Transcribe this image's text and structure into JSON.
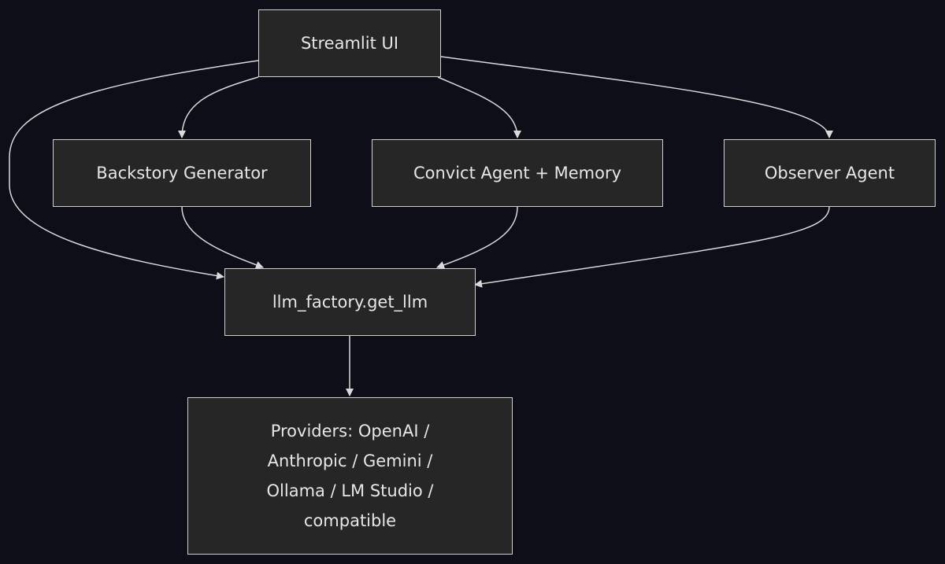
{
  "diagram": {
    "nodes": {
      "streamlit": "Streamlit UI",
      "backstory": "Backstory Generator",
      "convict": "Convict Agent + Memory",
      "observer": "Observer Agent",
      "llm_factory": "llm_factory.get_llm",
      "providers_lines": [
        "Providers: OpenAI /",
        "Anthropic / Gemini /",
        "Ollama / LM Studio /",
        "compatible"
      ]
    },
    "edges": [
      {
        "from": "Streamlit UI",
        "to": "Backstory Generator"
      },
      {
        "from": "Streamlit UI",
        "to": "Convict Agent + Memory"
      },
      {
        "from": "Streamlit UI",
        "to": "Observer Agent"
      },
      {
        "from": "Streamlit UI",
        "to": "llm_factory.get_llm"
      },
      {
        "from": "Backstory Generator",
        "to": "llm_factory.get_llm"
      },
      {
        "from": "Convict Agent + Memory",
        "to": "llm_factory.get_llm"
      },
      {
        "from": "Observer Agent",
        "to": "llm_factory.get_llm"
      },
      {
        "from": "llm_factory.get_llm",
        "to": "Providers: OpenAI / Anthropic / Gemini / Ollama / LM Studio / compatible"
      }
    ],
    "colors": {
      "background": "#0d0e17",
      "node_fill": "#262626",
      "node_border": "#cfcfcf",
      "text": "#e6e6e6",
      "edge": "#d9d9d9"
    }
  }
}
